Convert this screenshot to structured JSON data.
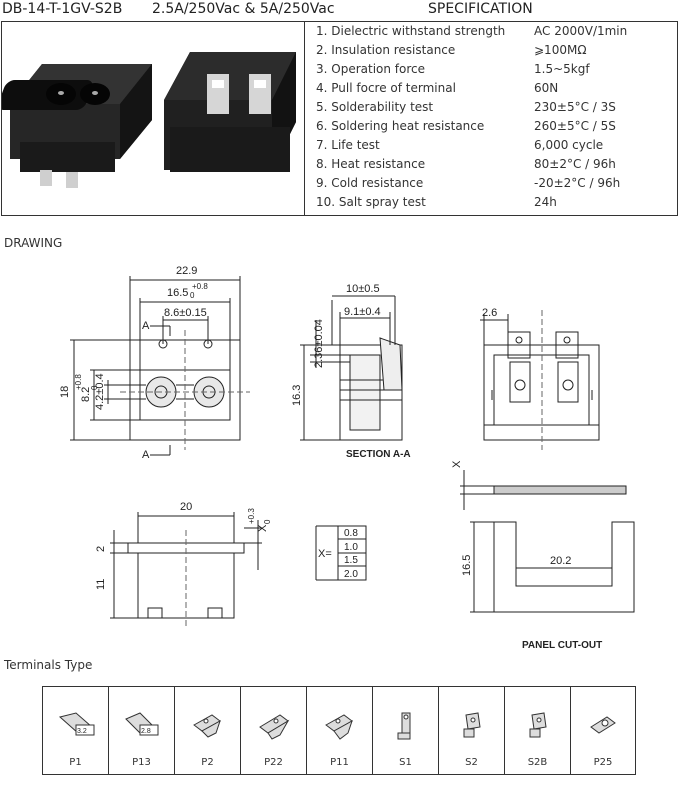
{
  "header": {
    "model": "DB-14-T-1GV-S2B",
    "rating": "2.5A/250Vac & 5A/250Vac",
    "section": "SPECIFICATION"
  },
  "specs": [
    {
      "label": "1.  Dielectric withstand strength",
      "value": "AC 2000V/1min"
    },
    {
      "label": "2.  Insulation resistance",
      "value": "⩾100MΩ"
    },
    {
      "label": "3.  Operation force",
      "value": "1.5~5kgf"
    },
    {
      "label": "4.  Pull focre of terminal",
      "value": "60N"
    },
    {
      "label": "5.  Solderability test",
      "value": "230±5°C / 3S"
    },
    {
      "label": "6.  Soldering heat resistance",
      "value": "260±5°C / 5S"
    },
    {
      "label": "7.  Life test",
      "value": "6,000 cycle"
    },
    {
      "label": "8.  Heat resistance",
      "value": "80±2°C / 96h"
    },
    {
      "label": "9.  Cold resistance",
      "value": "-20±2°C / 96h"
    },
    {
      "label": "10. Salt spray test",
      "value": "24h"
    }
  ],
  "drawing": {
    "title": "DRAWING",
    "front": {
      "width": "22.9",
      "inner": "16.5",
      "inner_tol_top": "+0.8",
      "inner_tol_bot": "0",
      "pin_pitch": "8.6±0.15",
      "height": "18",
      "slot": "8.2",
      "slot_tol_top": "+0.8",
      "slot_tol_bot": "0",
      "pin_gap": "4.2±0.4",
      "section_mark": "A"
    },
    "side": {
      "d1": "10±0.5",
      "d2": "9.1±0.4",
      "d3": "2.36±0.04",
      "height": "16.3",
      "caption": "SECTION A-A"
    },
    "rear": {
      "offset": "2.6"
    },
    "bottom": {
      "width": "20",
      "x_tol_top": "+0.3",
      "x_tol_bot": "0",
      "x_label": "X",
      "d_top": "2",
      "d_body": "11"
    },
    "x_table": {
      "label": "X=",
      "values": [
        "0.8",
        "1.0",
        "1.5",
        "2.0"
      ]
    },
    "panel": {
      "x_label": "X",
      "height": "16.5",
      "width": "20.2",
      "caption": "PANEL CUT-OUT"
    }
  },
  "terminals": {
    "title": "Terminals Type",
    "items": [
      "P1",
      "P13",
      "P2",
      "P22",
      "P11",
      "S1",
      "S2",
      "S2B",
      "P25"
    ],
    "p1_mark": "3.2",
    "p13_mark": "2.8"
  }
}
